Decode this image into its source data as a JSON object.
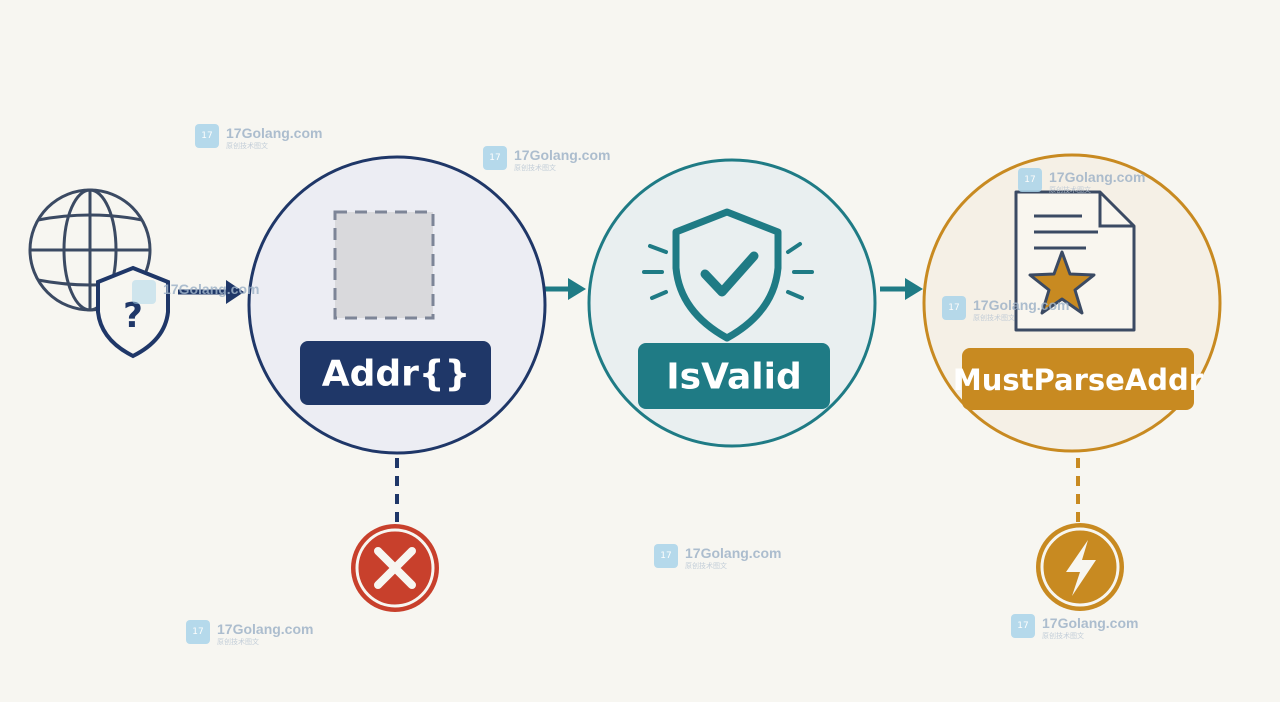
{
  "nodes": [
    {
      "label": "Addr{}",
      "color": "#1f3768",
      "fill": "#ecedf3"
    },
    {
      "label": "IsValid",
      "color": "#1f7b85",
      "fill": "#e9eff0"
    },
    {
      "label": "MustParseAddr",
      "color": "#c88a21",
      "fill": "#f5f0e6"
    }
  ],
  "icons": {
    "source": "globe-with-question-shield-icon",
    "node1": "dashed-empty-square-icon",
    "node2": "shield-check-icon",
    "node3": "document-star-icon",
    "result1": "x-circle-icon",
    "result3": "lightning-bolt-icon"
  },
  "colors": {
    "error": "#c8402c",
    "accent": "#c88a21",
    "navy": "#1f3768",
    "teal": "#1f7b85"
  },
  "watermark": {
    "brand": "17Golang.com",
    "sub": "原创技术图文"
  }
}
